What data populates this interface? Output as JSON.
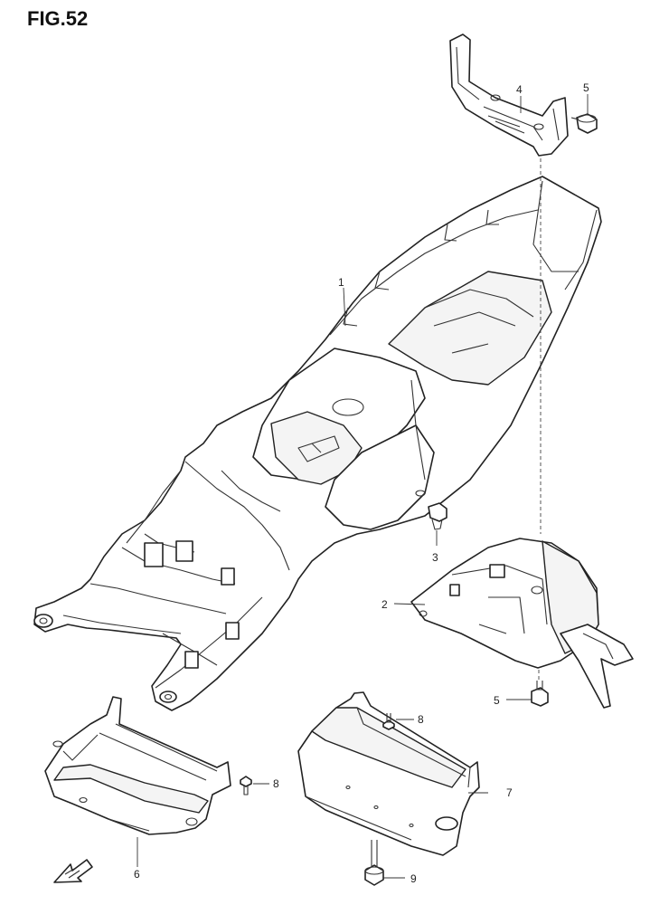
{
  "figure": {
    "title": "FIG.52"
  },
  "callouts": {
    "c1": "1",
    "c2": "2",
    "c3": "3",
    "c4": "4",
    "c5a": "5",
    "c5b": "5",
    "c6": "6",
    "c7": "7",
    "c8a": "8",
    "c8b": "8",
    "c9": "9"
  },
  "colors": {
    "line": "#222222",
    "background": "#ffffff"
  },
  "icons": {
    "direction": "front-direction-arrow-icon"
  }
}
